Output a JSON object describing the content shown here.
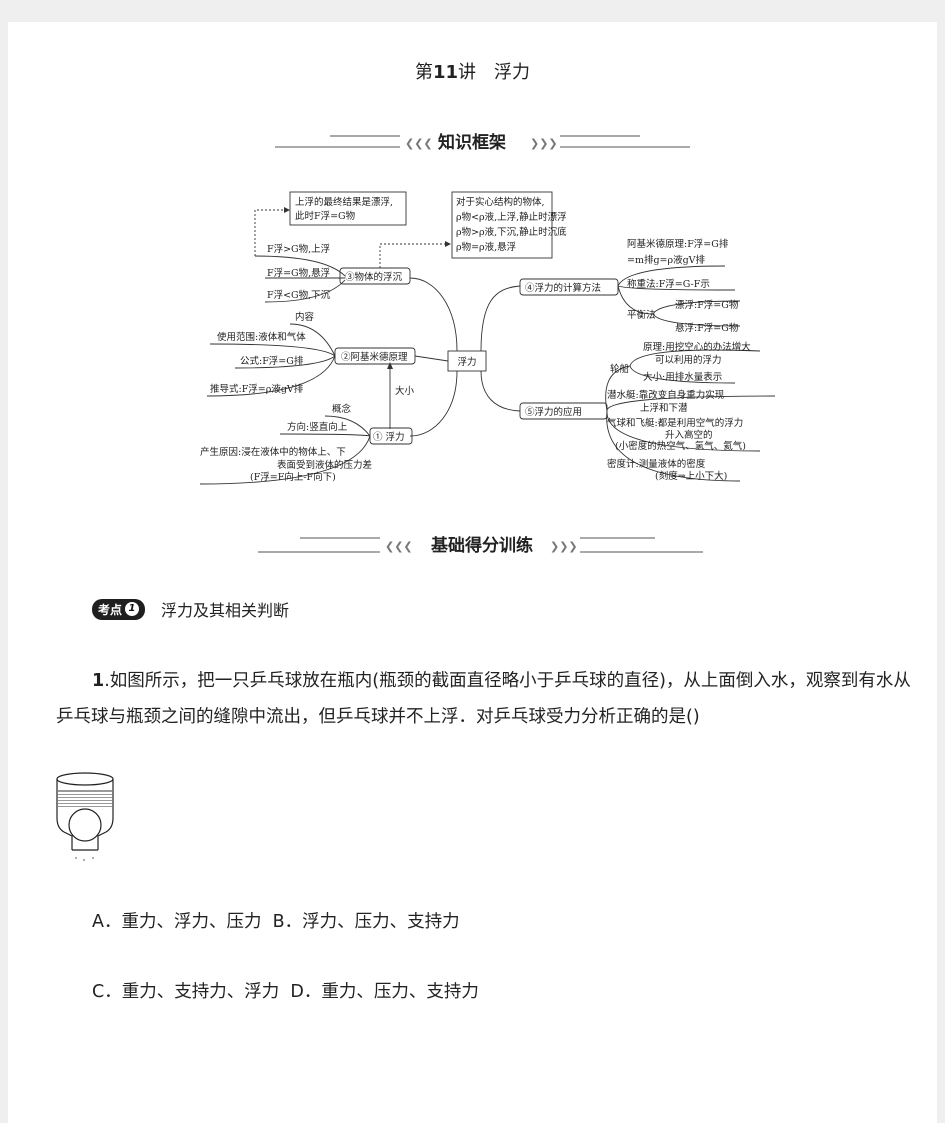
{
  "header": {
    "title_prefix": "第",
    "title_num": "11",
    "title_suffix": "讲　浮力"
  },
  "banners": {
    "framework": "知识框架",
    "practice": "基础得分训练"
  },
  "mindmap": {
    "center": "浮力",
    "nodes": {
      "n1": "① 浮力",
      "n2": "②阿基米德原理",
      "n3": "③物体的浮沉",
      "n4": "④浮力的计算方法",
      "n5": "⑤浮力的应用"
    },
    "link_label": "大小",
    "n1_leaves": {
      "concept": "概念",
      "direction": "方向:竖直向上",
      "cause_l1": "产生原因:浸在液体中的物体上、下",
      "cause_l2": "表面受到液体的压力差",
      "cause_l3": "(F浮=F向上-F向下)"
    },
    "n2_leaves": {
      "content": "内容",
      "scope": "使用范围:液体和气体",
      "formula": "公式:F浮=G排",
      "derived": "推导式:F浮=ρ液gV排"
    },
    "n3_leaves": {
      "up": "F浮>G物,上浮",
      "suspend": "F浮=G物,悬浮",
      "down": "F浮<G物,下沉",
      "box1_l1": "上浮的最终结果是漂浮,",
      "box1_l2": "此时F浮=G物",
      "box2_l1": "对于实心结构的物体,",
      "box2_l2": "ρ物<ρ液,上浮,静止时漂浮",
      "box2_l3": "ρ物>ρ液,下沉,静止时沉底",
      "box2_l4": "ρ物=ρ液,悬浮"
    },
    "n4_leaves": {
      "arch_l1": "阿基米德原理:F浮=G排",
      "arch_l2": "=m排g=ρ液gV排",
      "weigh": "称重法:F浮=G-F示",
      "balance": "平衡法",
      "float": "漂浮:F浮=G物",
      "suspend": "悬浮:F浮=G物"
    },
    "n5_leaves": {
      "ship": "轮船",
      "ship_p1": "原理:用挖空心的办法增大",
      "ship_p2": "可以利用的浮力",
      "ship_size": "大小:用排水量表示",
      "sub_l1": "潜水艇:靠改变自身重力实现",
      "sub_l2": "上浮和下潜",
      "balloon_l1": "气球和飞艇:都是利用空气的浮力",
      "balloon_l2": "升入高空的",
      "balloon_l3": "(小密度的热空气、氢气、氦气)",
      "hydro_l1": "密度计:测量液体的密度",
      "hydro_l2": "(刻度⇒上小下大)"
    }
  },
  "section": {
    "tag_text": "考点",
    "tag_num": "1",
    "title": "浮力及其相关判断"
  },
  "question": {
    "number": "1",
    "text": ".如图所示，把一只乒乓球放在瓶内(瓶颈的截面直径略小于乒乓球的直径)，从上面倒入水，观察到有水从乒乓球与瓶颈之间的缝隙中流出，但乒乓球并不上浮．对乒乓球受力分析正确的是()"
  },
  "options": {
    "line1": "A．重力、浮力、压力  B．浮力、压力、支持力",
    "line2": "C．重力、支持力、浮力  D．重力、压力、支持力"
  }
}
